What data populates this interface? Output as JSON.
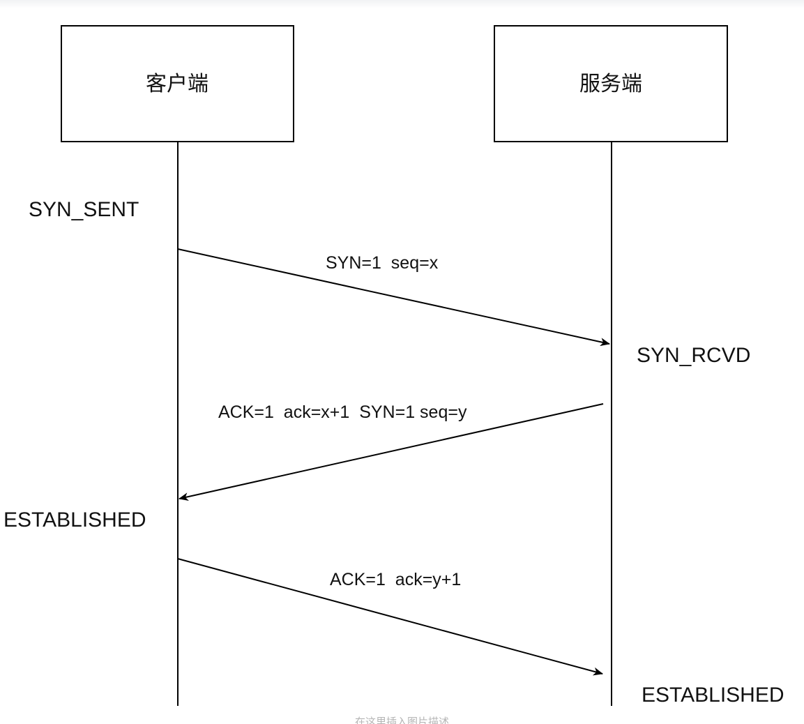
{
  "participants": {
    "client": {
      "label": "客户端"
    },
    "server": {
      "label": "服务端"
    }
  },
  "states": {
    "client_syn_sent": "SYN_SENT",
    "server_syn_rcvd": "SYN_RCVD",
    "client_established": "ESTABLISHED",
    "server_established": "ESTABLISHED"
  },
  "messages": [
    {
      "label": "SYN=1  seq=x",
      "direction": "client-to-server"
    },
    {
      "label": "ACK=1  ack=x+1  SYN=1 seq=y",
      "direction": "server-to-client"
    },
    {
      "label": "ACK=1  ack=y+1",
      "direction": "client-to-server"
    }
  ],
  "caption": "在这里插入图片描述"
}
